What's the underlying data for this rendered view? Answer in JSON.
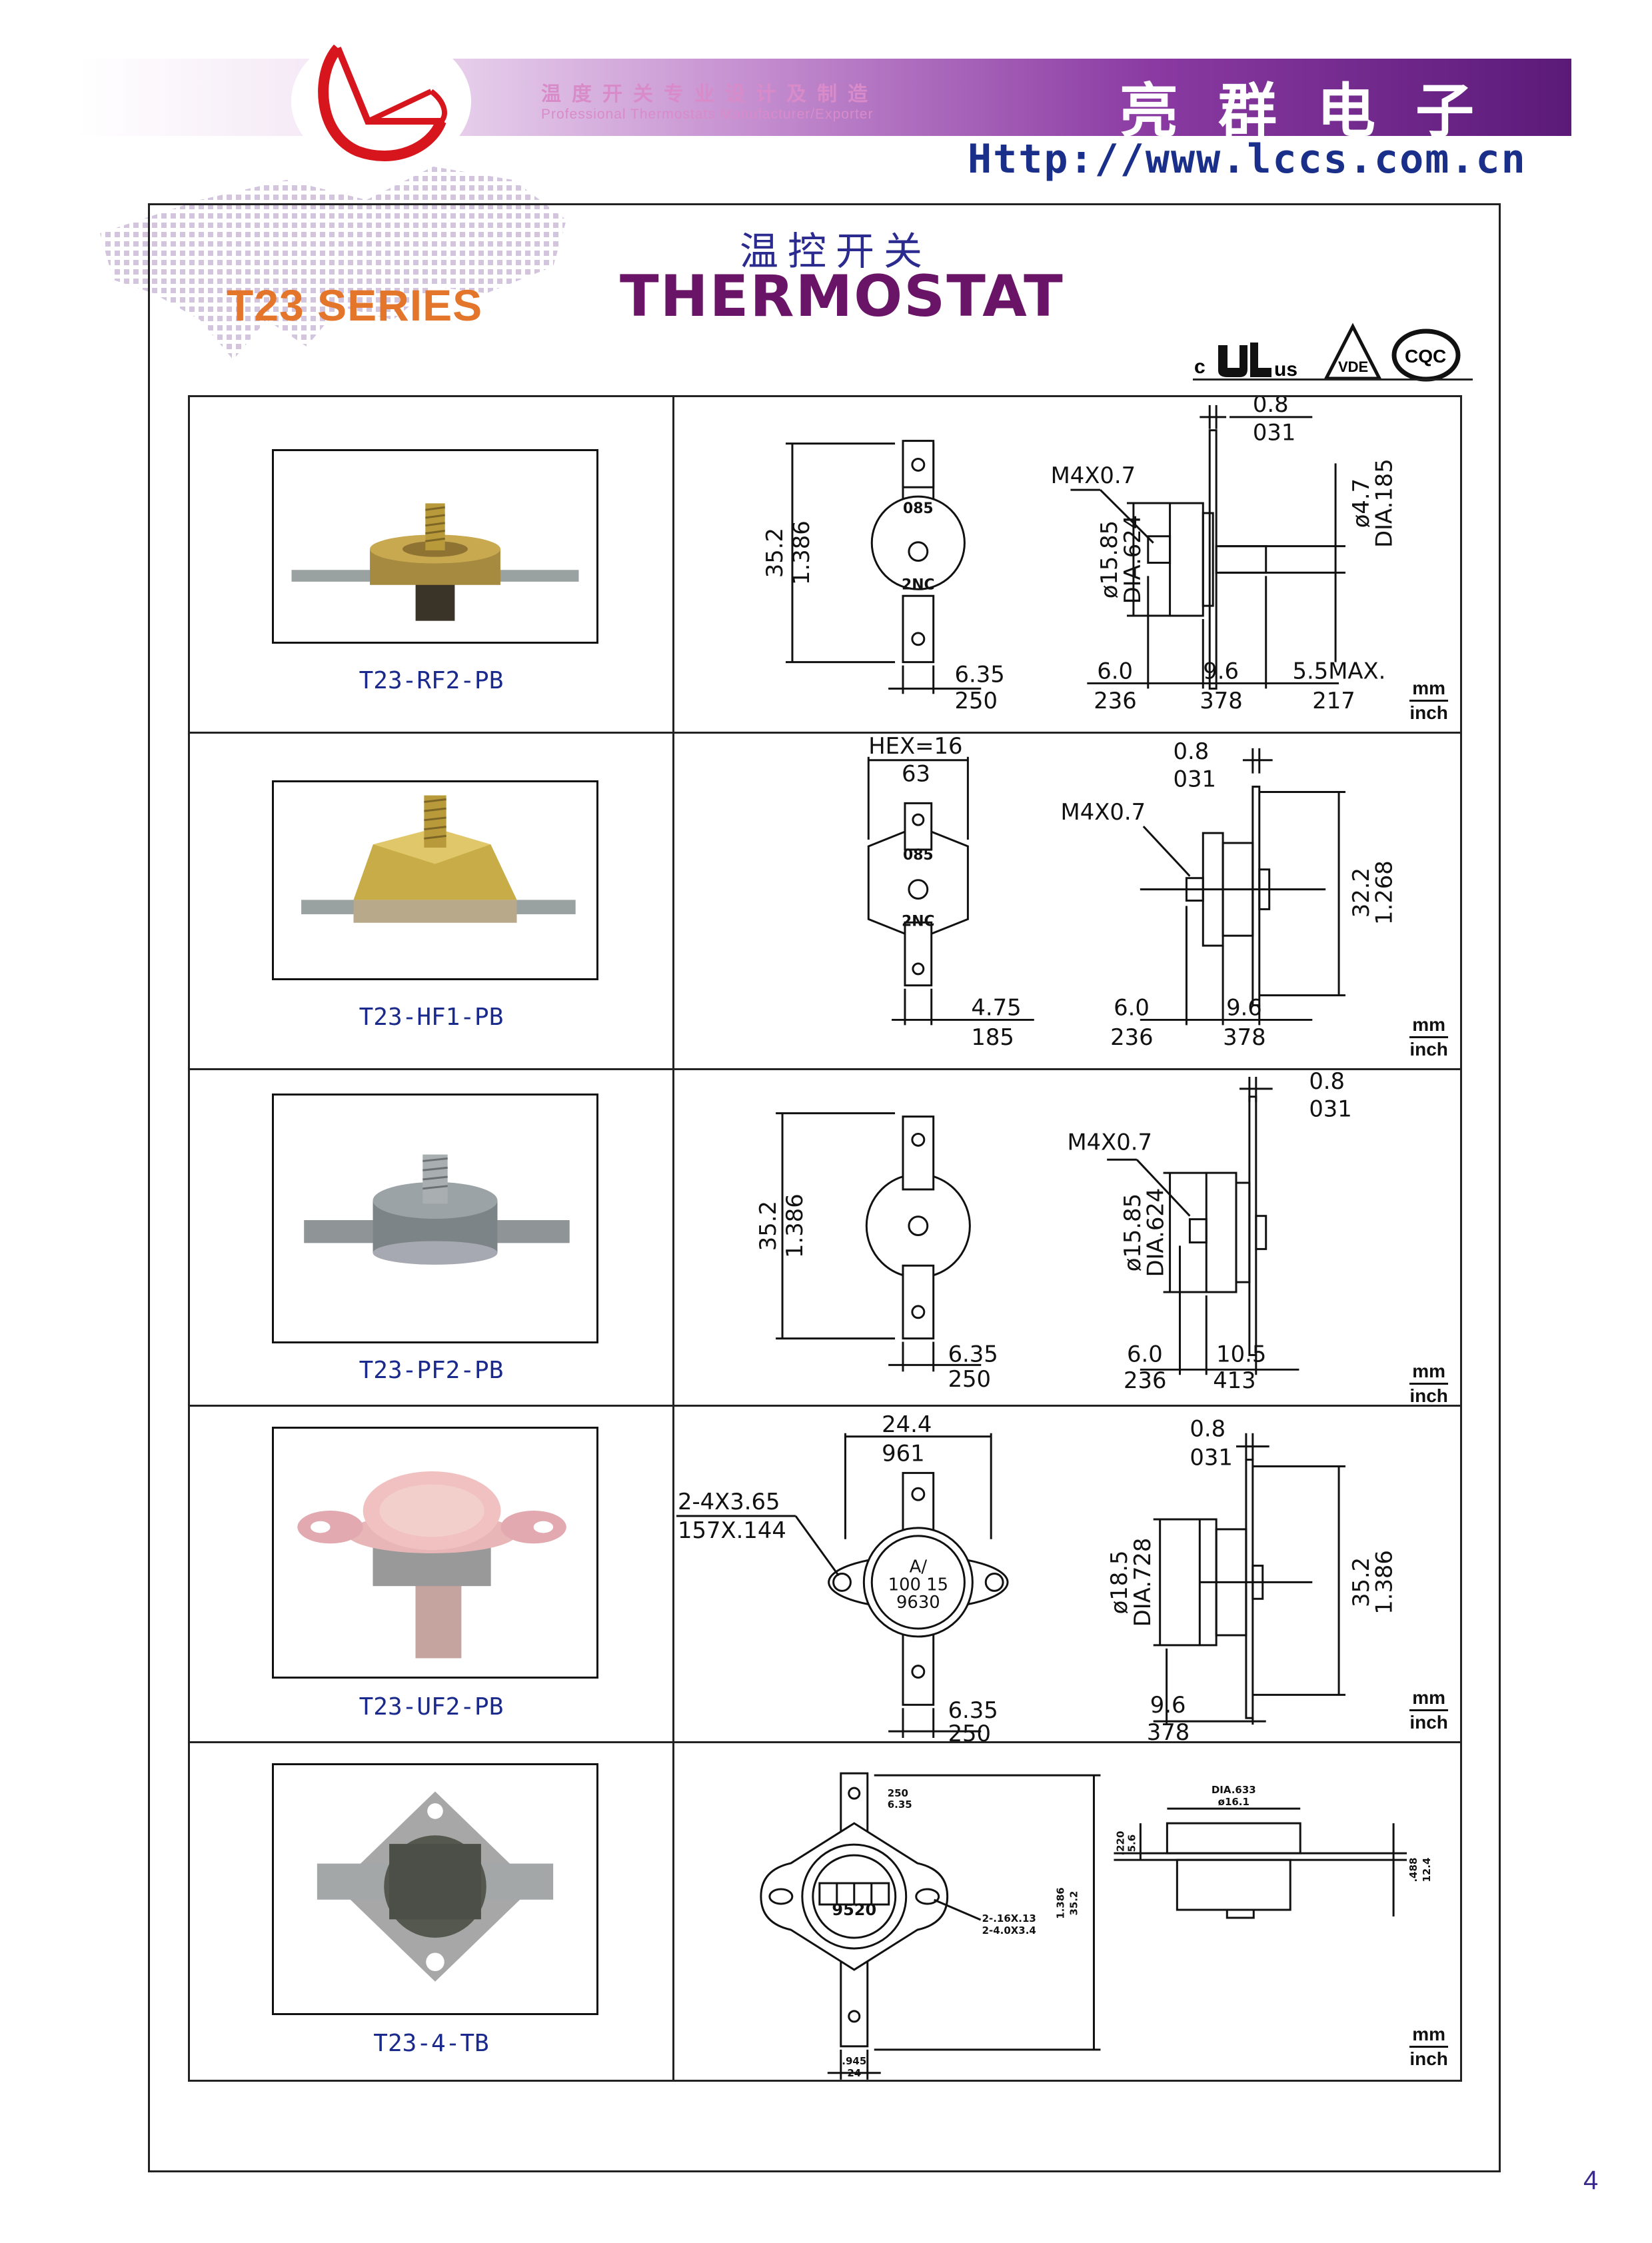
{
  "header": {
    "tagline_cn": "温度开关专业设计及制造",
    "tagline_en": "Professional Thermostats Manufacturer/Exporter",
    "brand_cn": "亮群电子",
    "website": "Http://www.lccs.com.cn"
  },
  "page": {
    "series": "T23 SERIES",
    "title_cn": "温控开关",
    "title_en": "THERMOSTAT",
    "page_number": "4"
  },
  "certifications": [
    "c",
    "us",
    "VDE",
    "CQC"
  ],
  "units": {
    "mm": "mm",
    "inch": "inch"
  },
  "products": [
    {
      "model": "T23-RF2-PB",
      "dims": {
        "length_mm": "35.2",
        "length_in": "1.386",
        "face_top": "085",
        "face_bottom": "2NC",
        "tab_mm": "6.35",
        "tab_in": "250",
        "thread": "M4X0.7",
        "thick_mm": "0.8",
        "thick_in": "031",
        "body_dia_mm": "ø15.85",
        "body_dia_in": "DIA.624",
        "stud_dia_mm": "ø4.7",
        "stud_dia_in": "DIA.185",
        "a_mm": "6.0",
        "a_in": "236",
        "b_mm": "9.6",
        "b_in": "378",
        "c_mm": "5.5MAX.",
        "c_in": "217"
      }
    },
    {
      "model": "T23-HF1-PB",
      "dims": {
        "hex_mm": "HEX=16",
        "hex_in": "63",
        "face_top": "085",
        "face_bottom": "2NC",
        "tab_mm": "4.75",
        "tab_in": "185",
        "thread": "M4X0.7",
        "thick_mm": "0.8",
        "thick_in": "031",
        "height_mm": "32.2",
        "height_in": "1.268",
        "a_mm": "6.0",
        "a_in": "236",
        "b_mm": "9.6",
        "b_in": "378"
      }
    },
    {
      "model": "T23-PF2-PB",
      "dims": {
        "length_mm": "35.2",
        "length_in": "1.386",
        "tab_mm": "6.35",
        "tab_in": "250",
        "thread": "M4X0.7",
        "thick_mm": "0.8",
        "thick_in": "031",
        "body_dia_mm": "ø15.85",
        "body_dia_in": "DIA.624",
        "a_mm": "6.0",
        "a_in": "236",
        "b_mm": "10.5",
        "b_in": "413"
      }
    },
    {
      "model": "T23-UF2-PB",
      "dims": {
        "width_mm": "24.4",
        "width_in": "961",
        "holes_mm": "2-4X3.65",
        "holes_in": "157X.144",
        "face_1": "A/",
        "face_2": "100 15",
        "face_3": "9630",
        "tab_mm": "6.35",
        "tab_in": "250",
        "thick_mm": "0.8",
        "thick_in": "031",
        "body_dia_mm": "ø18.5",
        "body_dia_in": "DIA.728",
        "height_mm": "35.2",
        "height_in": "1.386",
        "b_mm": "9.6",
        "b_in": "378"
      }
    },
    {
      "model": "T23-4-TB",
      "dims": {
        "tab_in": "250",
        "tab_mm": "6.35",
        "face": "9520",
        "holes_in": "2-.16X.13",
        "holes_mm": "2-4.0X3.4",
        "height_in": "1.386",
        "height_mm": "35.2",
        "bottom_in": ".945",
        "bottom_mm": "24",
        "dia_in": "DIA.633",
        "dia_mm": "ø16.1",
        "flange_in": ".220",
        "flange_mm": "5.6",
        "depth_in": ".488",
        "depth_mm": "12.4"
      }
    }
  ]
}
